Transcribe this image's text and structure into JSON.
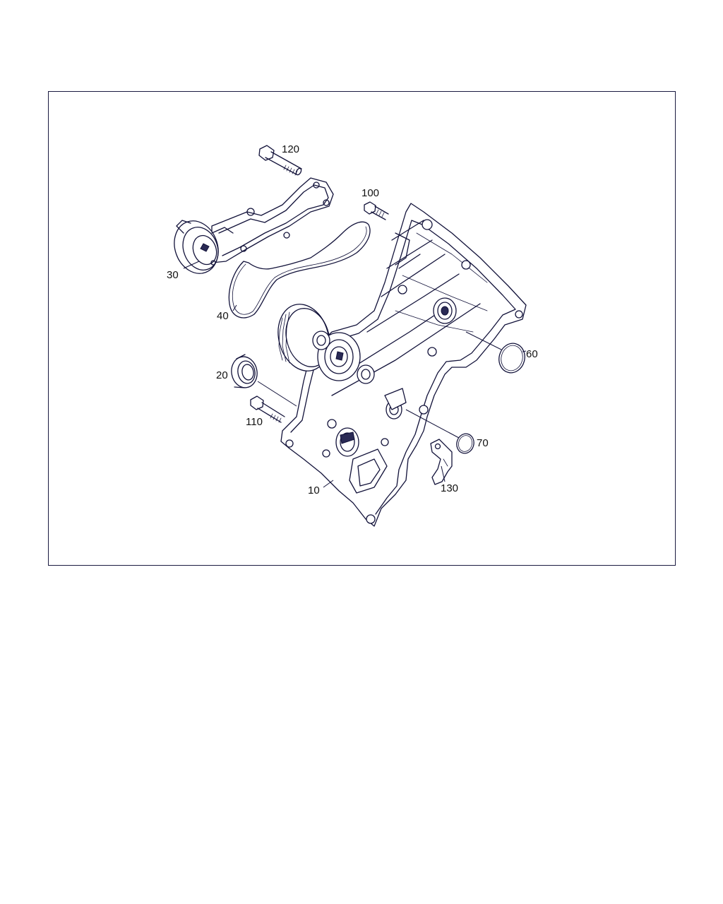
{
  "diagram": {
    "callouts": [
      {
        "id": "c10",
        "label": "10"
      },
      {
        "id": "c20",
        "label": "20"
      },
      {
        "id": "c30",
        "label": "30"
      },
      {
        "id": "c40",
        "label": "40"
      },
      {
        "id": "c60",
        "label": "60"
      },
      {
        "id": "c70",
        "label": "70"
      },
      {
        "id": "c100",
        "label": "100"
      },
      {
        "id": "c110",
        "label": "110"
      },
      {
        "id": "c120",
        "label": "120"
      },
      {
        "id": "c130",
        "label": "130"
      }
    ]
  },
  "colors": {
    "line": "#12123a",
    "frame": "#1a1a40",
    "background": "#ffffff"
  }
}
